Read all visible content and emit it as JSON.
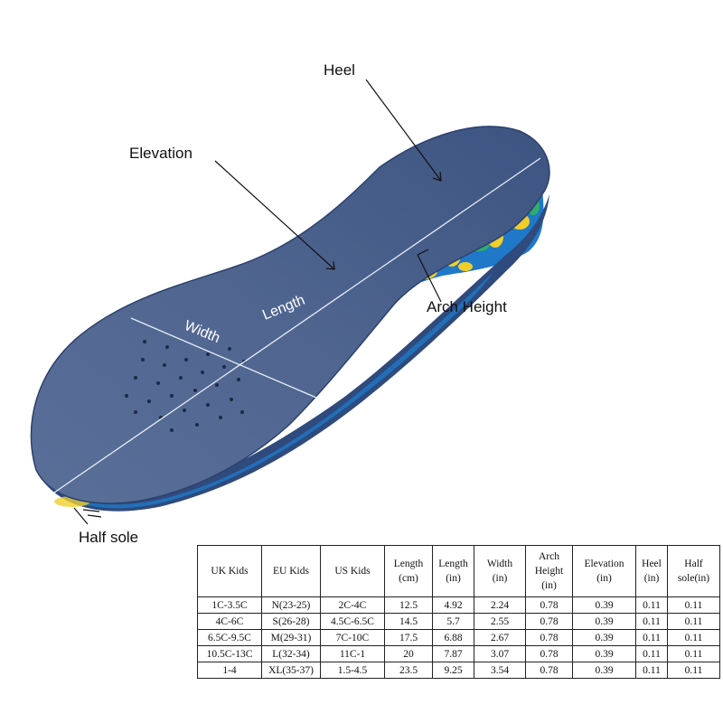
{
  "labels": {
    "heel": "Heel",
    "elevation": "Elevation",
    "length": "Length",
    "width": "Width",
    "arch_height": "Arch Height",
    "half_sole": "Half sole"
  },
  "colors": {
    "insole_top": "#4f6590",
    "insole_edge": "#2f4a7c",
    "foam_blue": "#1f78c8",
    "foam_yellow": "#f0cf2a",
    "foam_green": "#2fae6a",
    "guide_line": "#e8eef6"
  },
  "table": {
    "headers": [
      [
        "UK Kids"
      ],
      [
        "EU Kids"
      ],
      [
        "US Kids"
      ],
      [
        "Length",
        "(cm)"
      ],
      [
        "Length",
        "(in)"
      ],
      [
        "Width",
        "(in)"
      ],
      [
        "Arch",
        "Height",
        "(in)"
      ],
      [
        "Elevation",
        "(in)"
      ],
      [
        "Heel",
        "(in)"
      ],
      [
        "Half",
        "sole(in)"
      ]
    ],
    "rows": [
      [
        "1C-3.5C",
        "N(23-25)",
        "2C-4C",
        "12.5",
        "4.92",
        "2.24",
        "0.78",
        "0.39",
        "0.11",
        "0.11"
      ],
      [
        "4C-6C",
        "S(26-28)",
        "4.5C-6.5C",
        "14.5",
        "5.7",
        "2.55",
        "0.78",
        "0.39",
        "0.11",
        "0.11"
      ],
      [
        "6.5C-9.5C",
        "M(29-31)",
        "7C-10C",
        "17.5",
        "6.88",
        "2.67",
        "0.78",
        "0.39",
        "0.11",
        "0.11"
      ],
      [
        "10.5C-13C",
        "L(32-34)",
        "11C-1",
        "20",
        "7.87",
        "3.07",
        "0.78",
        "0.39",
        "0.11",
        "0.11"
      ],
      [
        "1-4",
        "XL(35-37)",
        "1.5-4.5",
        "23.5",
        "9.25",
        "3.54",
        "0.78",
        "0.39",
        "0.11",
        "0.11"
      ]
    ]
  }
}
